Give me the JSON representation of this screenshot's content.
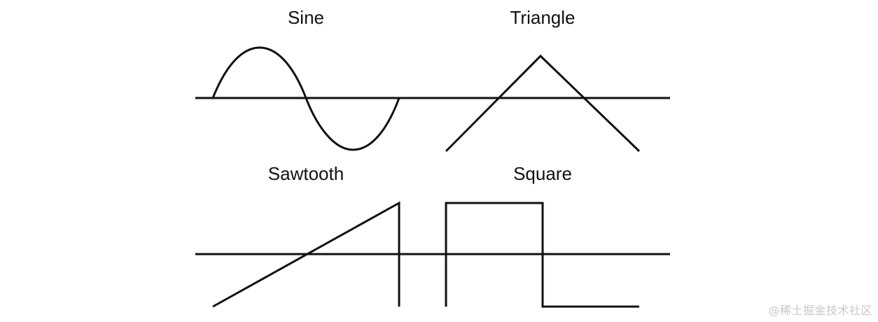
{
  "diagram": {
    "panels": [
      {
        "id": "sine",
        "title": "Sine"
      },
      {
        "id": "triangle",
        "title": "Triangle"
      },
      {
        "id": "sawtooth",
        "title": "Sawtooth"
      },
      {
        "id": "square",
        "title": "Square"
      }
    ]
  },
  "watermark": "@稀土掘金技术社区"
}
